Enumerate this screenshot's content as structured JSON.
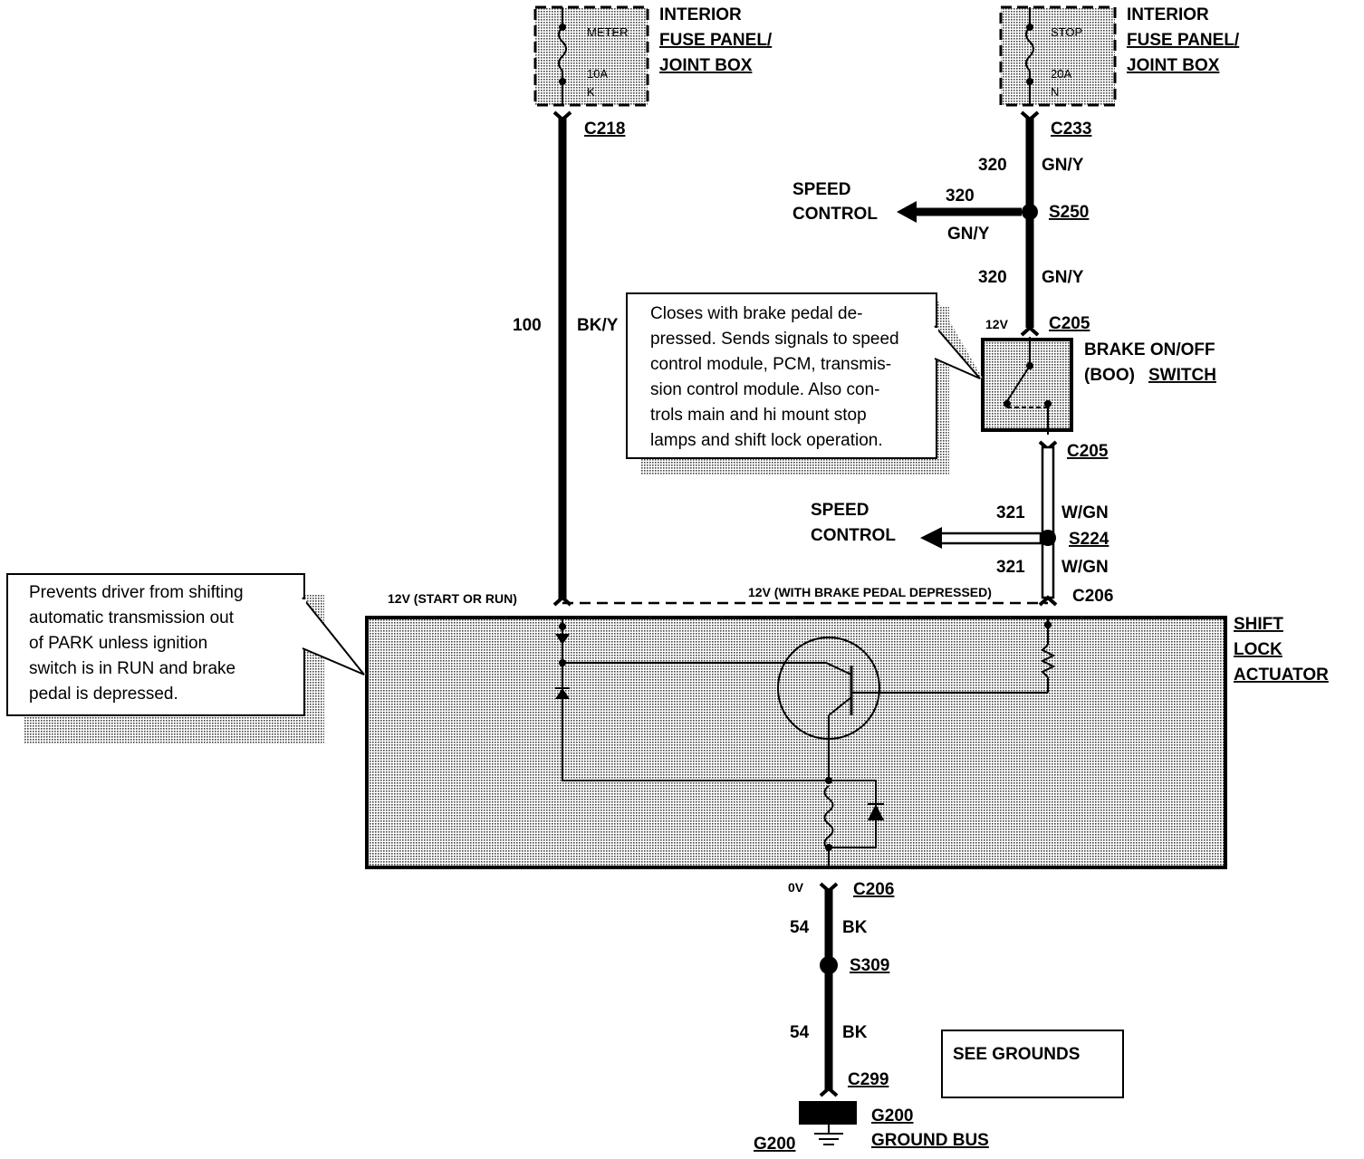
{
  "colors": {
    "ink": "#000000",
    "paper": "#ffffff",
    "shade": "#a8a8a8"
  },
  "fuse_left": {
    "name": "METER",
    "rating": "10A",
    "letter": "K",
    "connector": "C218",
    "panel_label": [
      "INTERIOR",
      "FUSE PANEL/",
      "JOINT BOX"
    ]
  },
  "fuse_right": {
    "name": "STOP",
    "rating": "20A",
    "letter": "N",
    "connector": "C233",
    "panel_label": [
      "INTERIOR",
      "FUSE PANEL/",
      "JOINT BOX"
    ]
  },
  "wires": {
    "w100": {
      "circuit": "100",
      "color": "BK/Y"
    },
    "w320a": {
      "circuit": "320",
      "color": "GN/Y"
    },
    "w320b": {
      "circuit": "320",
      "color": "GN/Y"
    },
    "w320sc": {
      "circuit": "320",
      "color": "GN/Y"
    },
    "w321a": {
      "circuit": "321",
      "color": "W/GN"
    },
    "w321b": {
      "circuit": "321",
      "color": "W/GN"
    },
    "w54a": {
      "circuit": "54",
      "color": "BK"
    },
    "w54b": {
      "circuit": "54",
      "color": "BK"
    }
  },
  "speed_control": {
    "line1": "SPEED",
    "line2": "CONTROL"
  },
  "splices": {
    "s250": "S250",
    "s224": "S224",
    "s309": "S309"
  },
  "connectors": {
    "c205_top": "C205",
    "c205_bottom": "C205",
    "c206_top": "C206",
    "c206_bottom": "C206",
    "c299": "C299"
  },
  "voltages": {
    "v12_c205": "12V",
    "v12_start": "12V (START OR RUN)",
    "v12_brake": "12V (WITH BRAKE PEDAL DEPRESSED)",
    "v0": "0V"
  },
  "boo_switch": {
    "line1": "BRAKE ON/OFF",
    "line2_a": "(BOO)",
    "line2_b": "SWITCH"
  },
  "boo_note": [
    "Closes with brake pedal de-",
    "pressed. Sends signals to speed",
    "control module, PCM, transmis-",
    "sion control module. Also con-",
    "trols main and hi mount stop",
    "lamps and shift lock operation."
  ],
  "shift_note": [
    "Prevents driver from shifting",
    "automatic transmission out",
    "of PARK unless ignition",
    "switch is in RUN and brake",
    "pedal is depressed."
  ],
  "actuator": [
    "SHIFT",
    "LOCK",
    "ACTUATOR"
  ],
  "see_grounds": "SEE GROUNDS",
  "ground": {
    "g200_left": "G200",
    "g200_right": "G200",
    "bus": "GROUND BUS"
  }
}
